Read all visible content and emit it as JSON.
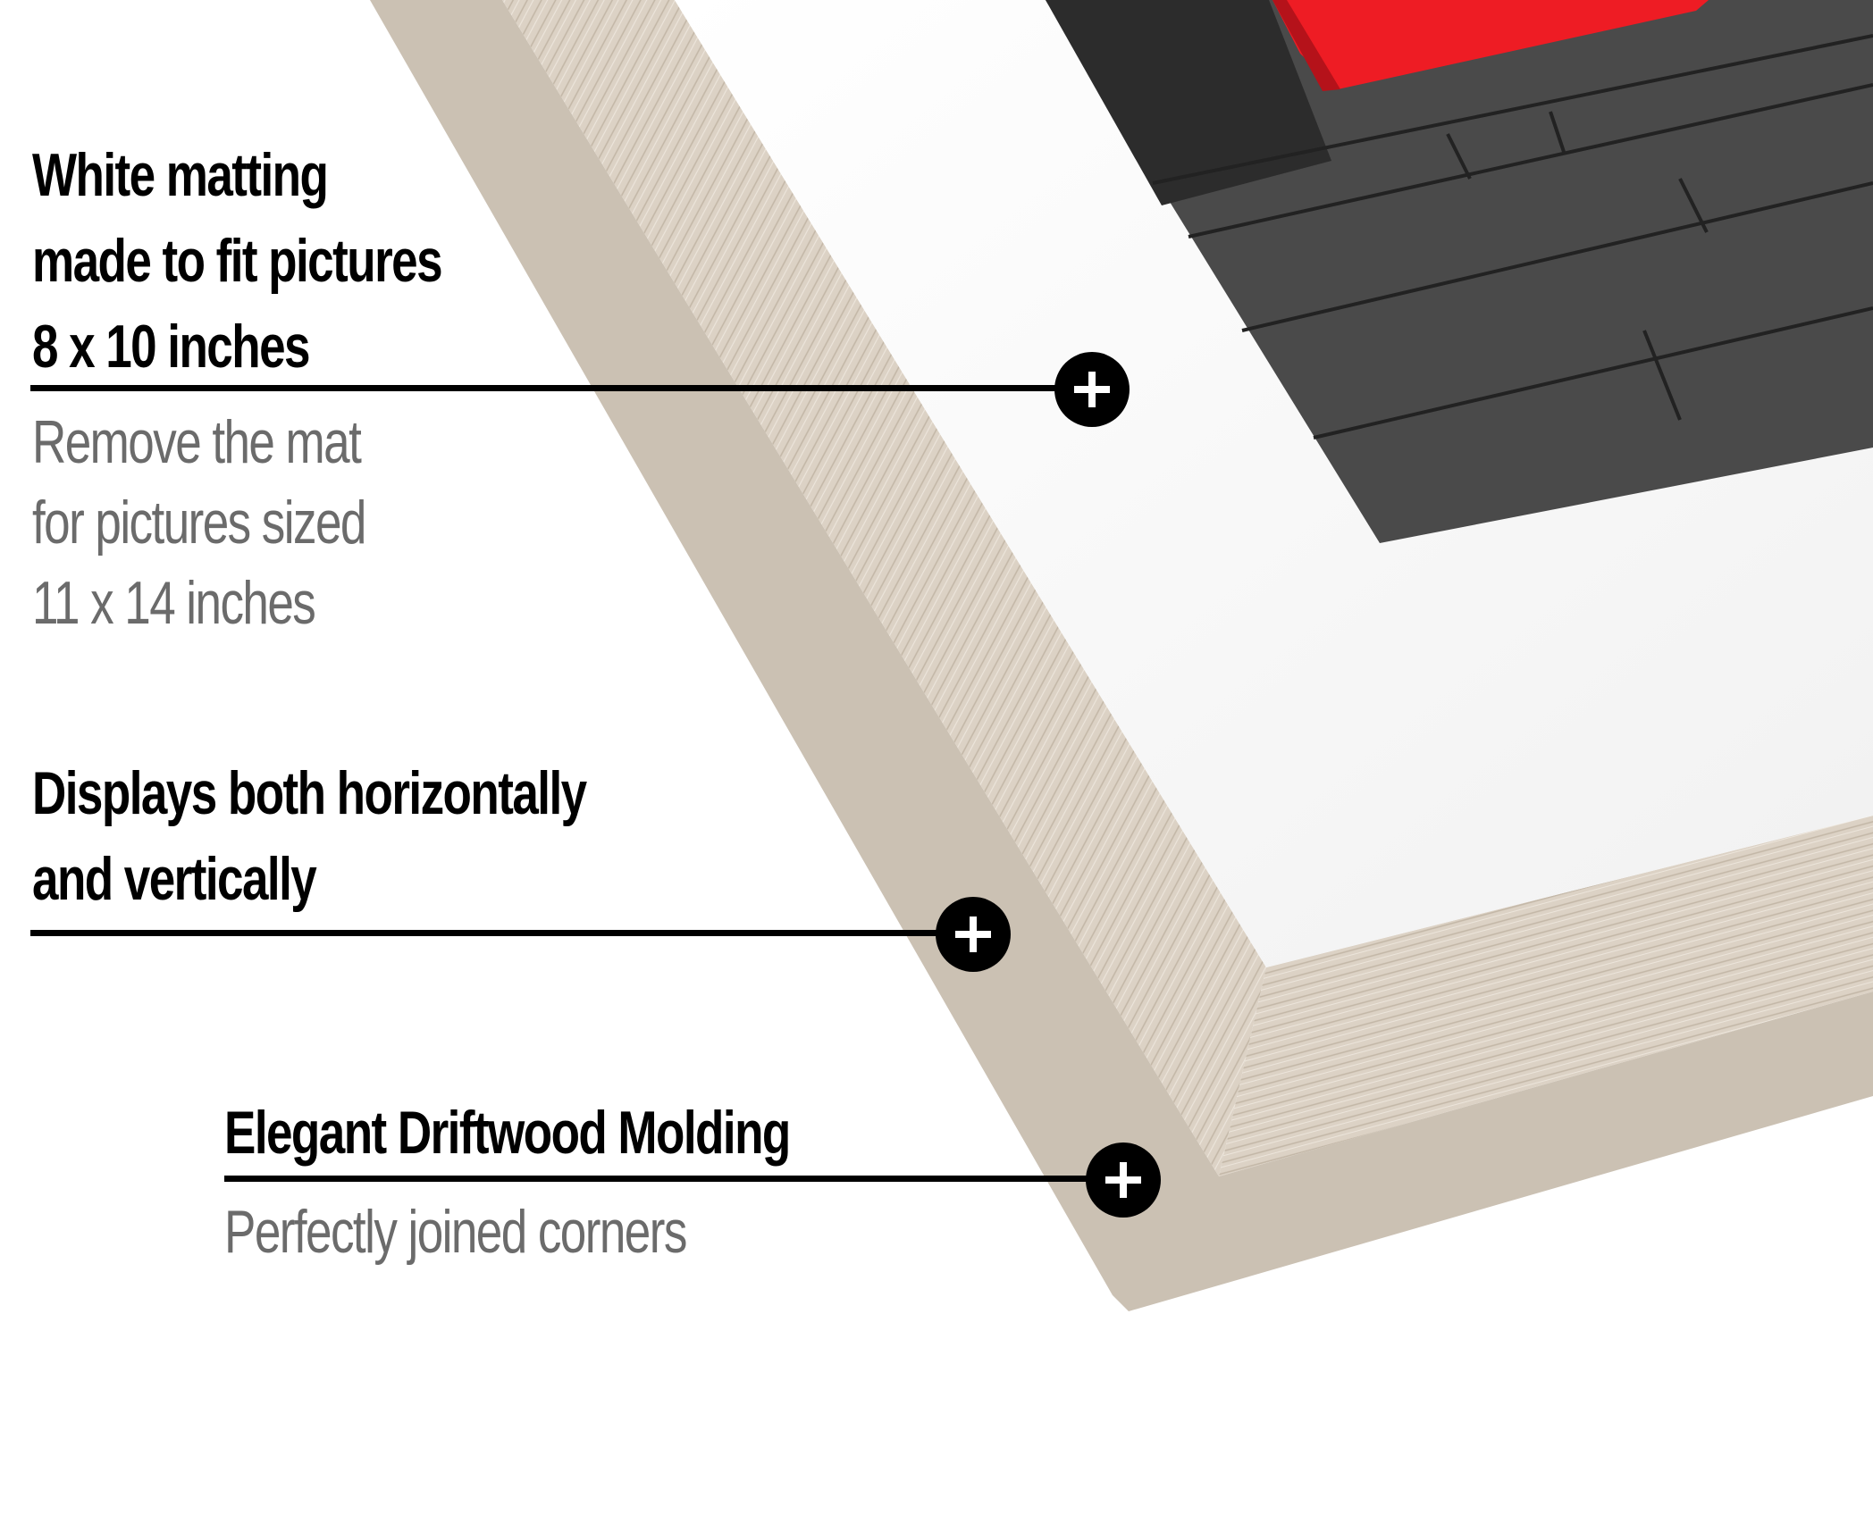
{
  "features": [
    {
      "title_lines": [
        "White matting",
        "made to fit pictures",
        "8 x 10 inches"
      ],
      "sub_lines": [
        "Remove the mat",
        "for pictures sized",
        "11 x 14 inches"
      ],
      "marker_icon": "plus-circle-icon"
    },
    {
      "title_lines": [
        "Displays both horizontally",
        "and vertically"
      ],
      "sub_lines": [],
      "marker_icon": "plus-circle-icon"
    },
    {
      "title_lines": [
        "Elegant Driftwood Molding"
      ],
      "sub_lines": [
        "Perfectly joined corners"
      ],
      "marker_icon": "plus-circle-icon"
    }
  ],
  "colors": {
    "title_text": "#000000",
    "sub_text": "#6b6b6b",
    "frame_face": "#d9cfc2",
    "frame_side": "#cbc1b3",
    "mat": "#ffffff",
    "photo_gray": "#4a4a4a",
    "accent_red": "#ee1c24"
  }
}
